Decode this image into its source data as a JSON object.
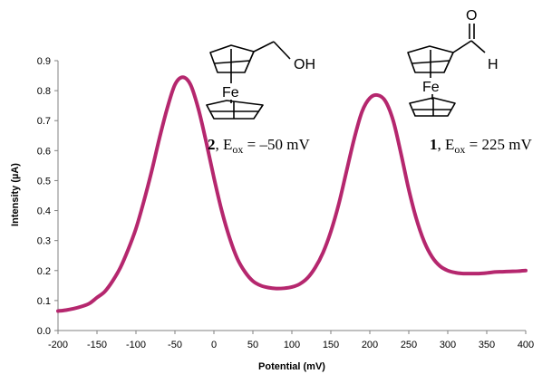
{
  "chart_data": {
    "type": "line",
    "title": "",
    "xlabel": "Potential (mV)",
    "ylabel": "Intensity (µA)",
    "xlim": [
      -200,
      400
    ],
    "ylim": [
      0.0,
      0.9
    ],
    "xticks": [
      -200,
      -150,
      -100,
      -50,
      0,
      50,
      100,
      150,
      200,
      250,
      300,
      350,
      400
    ],
    "yticks": [
      "0.0",
      "0.1",
      "0.2",
      "0.3",
      "0.4",
      "0.5",
      "0.6",
      "0.7",
      "0.8",
      "0.9"
    ],
    "grid": false,
    "legend": "none",
    "series": [
      {
        "color": "#b5276e",
        "x": [
          -200,
          -190,
          -180,
          -170,
          -160,
          -150,
          -140,
          -130,
          -120,
          -110,
          -100,
          -90,
          -80,
          -70,
          -60,
          -50,
          -40,
          -30,
          -20,
          -10,
          0,
          10,
          20,
          30,
          40,
          50,
          60,
          70,
          80,
          90,
          100,
          110,
          120,
          130,
          140,
          150,
          160,
          170,
          180,
          190,
          200,
          210,
          220,
          230,
          240,
          250,
          260,
          270,
          280,
          290,
          300,
          310,
          320,
          330,
          340,
          350,
          360,
          370,
          380,
          390,
          400
        ],
        "y": [
          0.065,
          0.068,
          0.073,
          0.08,
          0.09,
          0.11,
          0.13,
          0.165,
          0.21,
          0.27,
          0.34,
          0.43,
          0.53,
          0.64,
          0.74,
          0.82,
          0.845,
          0.82,
          0.74,
          0.63,
          0.51,
          0.4,
          0.31,
          0.24,
          0.195,
          0.165,
          0.15,
          0.143,
          0.14,
          0.141,
          0.145,
          0.155,
          0.175,
          0.21,
          0.26,
          0.33,
          0.42,
          0.53,
          0.64,
          0.73,
          0.775,
          0.785,
          0.765,
          0.7,
          0.59,
          0.47,
          0.37,
          0.295,
          0.245,
          0.215,
          0.2,
          0.193,
          0.19,
          0.19,
          0.19,
          0.192,
          0.195,
          0.196,
          0.197,
          0.198,
          0.2
        ]
      }
    ],
    "annotations": [
      {
        "label": "2",
        "sep": ", ",
        "sym": "E",
        "sub": "ox",
        "rest": " = –50 mV"
      },
      {
        "label": "1",
        "sep": ", ",
        "sym": "E",
        "sub": "ox",
        "rest": " = 225 mV"
      }
    ],
    "structures": [
      {
        "metal": "Fe",
        "group": "OH"
      },
      {
        "metal": "Fe",
        "group_o": "O",
        "group_h": "H"
      }
    ]
  }
}
